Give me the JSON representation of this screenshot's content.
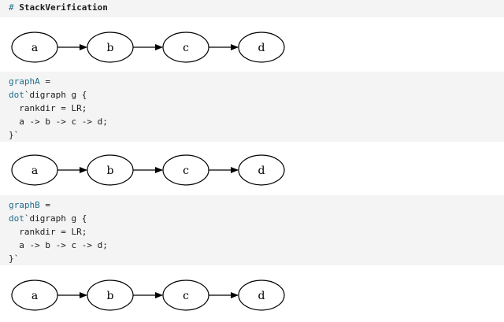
{
  "header": {
    "hash": "#",
    "title": "StackVerification"
  },
  "graphs": [
    {
      "nodes": [
        "a",
        "b",
        "c",
        "d"
      ]
    },
    {
      "nodes": [
        "a",
        "b",
        "c",
        "d"
      ]
    },
    {
      "nodes": [
        "a",
        "b",
        "c",
        "d"
      ]
    }
  ],
  "cells": [
    {
      "var": "graphA",
      "assign": " =",
      "tag": "dot",
      "open": "`digraph g {",
      "line_rankdir": "  rankdir = LR;",
      "line_edges": "  a -> b -> c -> d;",
      "close": "}`"
    },
    {
      "var": "graphB",
      "assign": " =",
      "tag": "dot",
      "open": "`digraph g {",
      "line_rankdir": "  rankdir = LR;",
      "line_edges": "  a -> b -> c -> d;",
      "close": "}`"
    }
  ]
}
